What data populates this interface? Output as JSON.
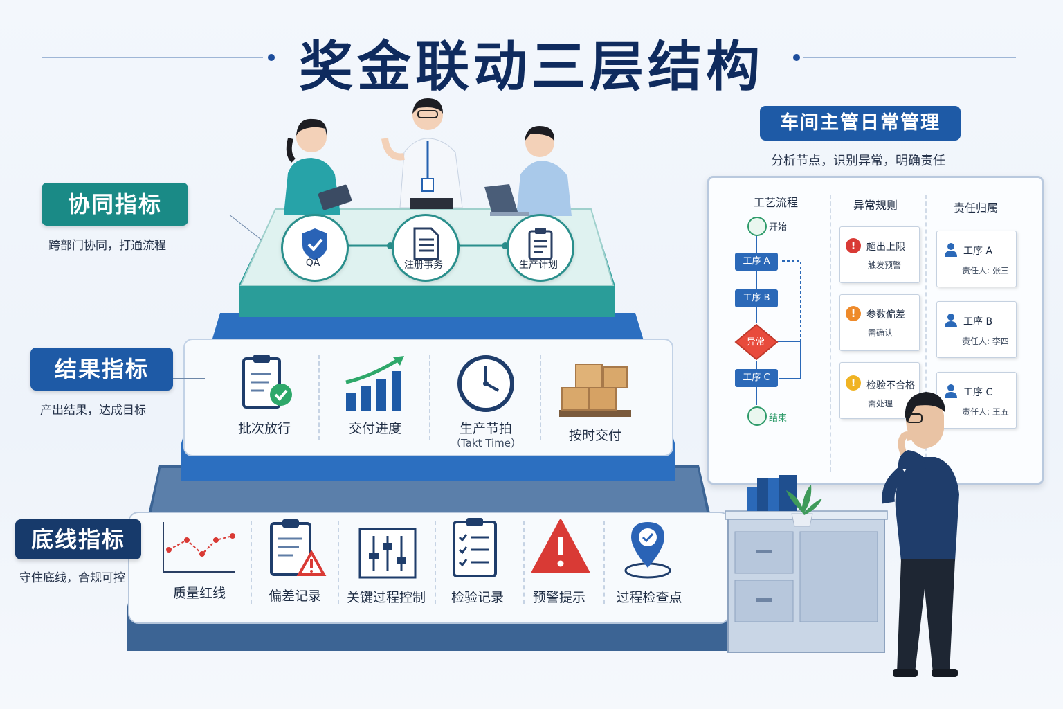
{
  "title": "奖金联动三层结构",
  "tiers": [
    {
      "label": "协同指标",
      "subtitle": "跨部门协同，打通流程",
      "color": "#1a8a86",
      "nodes": [
        {
          "label": "QA",
          "icon": "shield-check-icon"
        },
        {
          "label": "注册事务",
          "icon": "document-icon"
        },
        {
          "label": "生产计划",
          "icon": "clipboard-icon"
        }
      ]
    },
    {
      "label": "结果指标",
      "subtitle": "产出结果，达成目标",
      "color": "#1e5aa6",
      "items": [
        {
          "label": "批次放行",
          "sub": "",
          "icon": "clipboard-check-icon"
        },
        {
          "label": "交付进度",
          "sub": "",
          "icon": "bar-chart-up-icon"
        },
        {
          "label": "生产节拍",
          "sub": "（Takt Time）",
          "icon": "clock-icon"
        },
        {
          "label": "按时交付",
          "sub": "",
          "icon": "boxes-pallet-icon"
        }
      ]
    },
    {
      "label": "底线指标",
      "subtitle": "守住底线，合规可控",
      "color": "#173a6b",
      "items": [
        {
          "label": "质量红线",
          "icon": "line-chart-icon"
        },
        {
          "label": "偏差记录",
          "icon": "clipboard-warning-icon"
        },
        {
          "label": "关键过程控制",
          "icon": "sliders-icon"
        },
        {
          "label": "检验记录",
          "icon": "checklist-icon"
        },
        {
          "label": "预警提示",
          "icon": "warning-triangle-icon"
        },
        {
          "label": "过程检查点",
          "icon": "location-check-icon"
        }
      ]
    }
  ],
  "manager": {
    "title": "车间主管日常管理",
    "subtitle": "分析节点，识别异常，明确责任",
    "columns": [
      "工艺流程",
      "异常规则",
      "责任归属"
    ],
    "flow": {
      "start": "开始",
      "steps": [
        "工序 A",
        "工序 B",
        "工序 C"
      ],
      "decision": "异常",
      "end": "结束"
    },
    "rules": [
      {
        "title": "超出上限",
        "body": "触发预警",
        "color": "#d93a35"
      },
      {
        "title": "参数偏差",
        "body": "需确认",
        "color": "#ee8a2a"
      },
      {
        "title": "检验不合格",
        "body": "需处理",
        "color": "#f0b323"
      }
    ],
    "owners": [
      {
        "step": "工序 A",
        "person": "责任人: 张三"
      },
      {
        "step": "工序 B",
        "person": "责任人: 李四"
      },
      {
        "step": "工序 C",
        "person": "责任人: 王五"
      }
    ]
  }
}
